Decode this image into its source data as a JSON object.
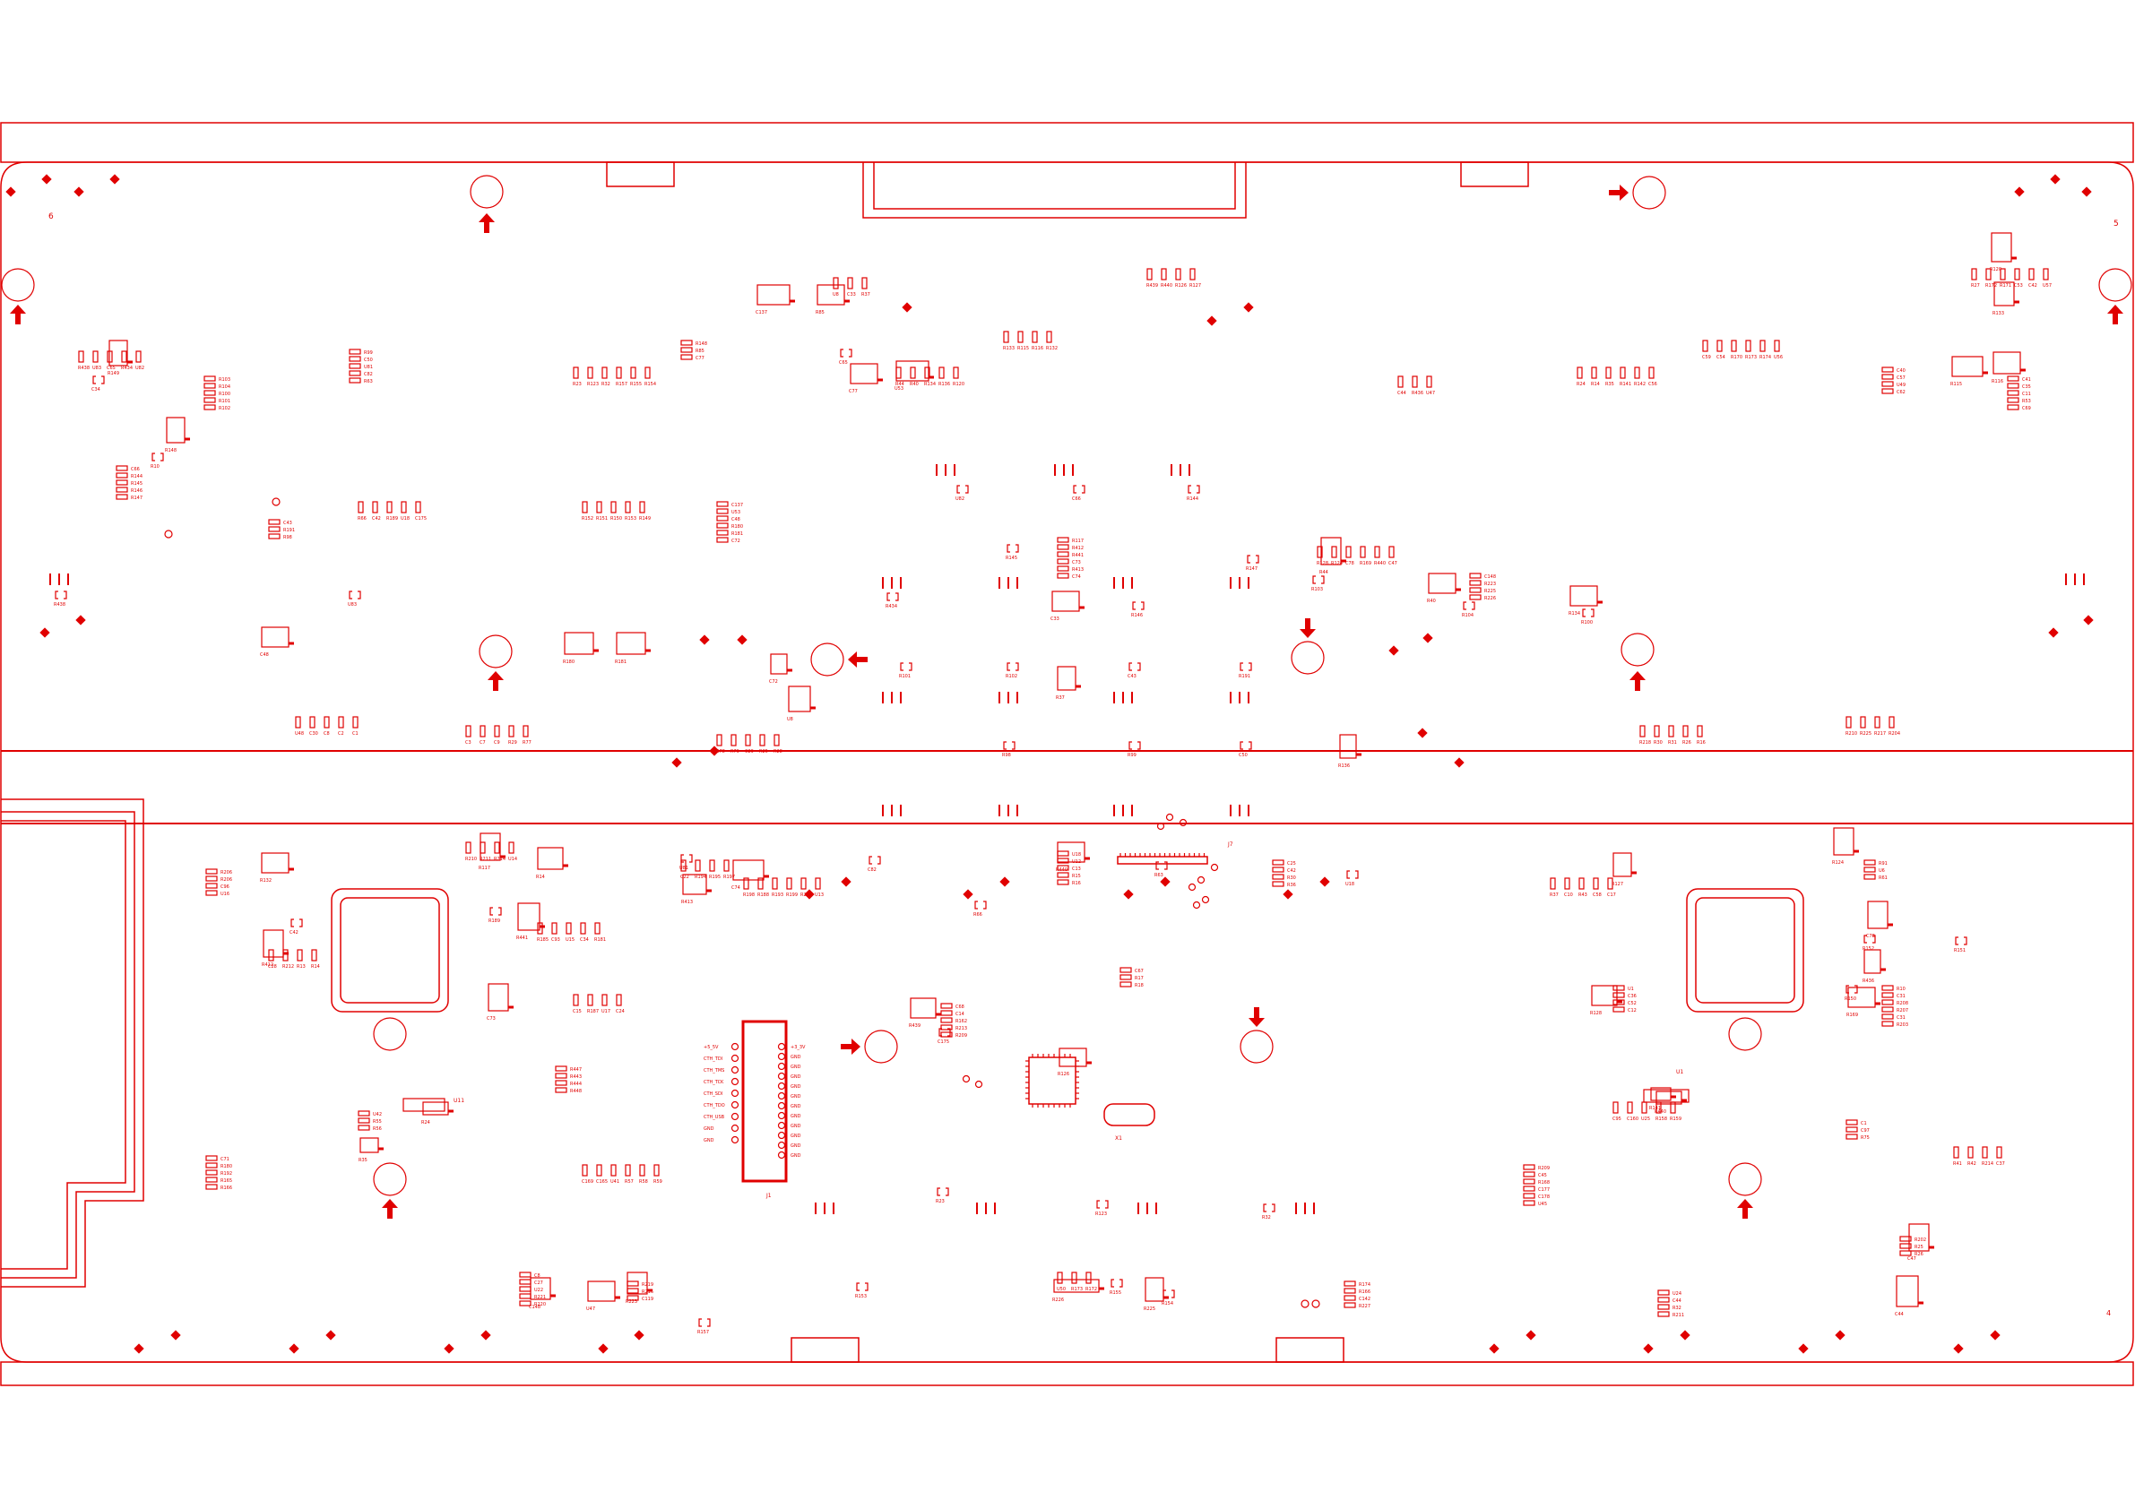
{
  "colors": {
    "ink": "#e00000",
    "background": "#ffffff"
  },
  "corner_labels": {
    "left": "6",
    "right": "5",
    "bottom_right": "4"
  },
  "connector": {
    "pins_left": [
      "+5_5V",
      "CTH_TDI",
      "CTH_TMS",
      "CTH_TCK",
      "CTH_SDI",
      "CTH_TDO",
      "CTH_USB",
      "GND",
      "GND"
    ],
    "pins_right": [
      "+3_3V",
      "GND",
      "GND",
      "GND",
      "GND",
      "GND",
      "GND",
      "GND",
      "GND",
      "GND",
      "GND",
      "GND"
    ],
    "label": "J1"
  },
  "ic_labels": {
    "left_chip": "U11",
    "right_chip": "U1",
    "crystal": "X1",
    "header": "J7"
  },
  "refdes": [
    "R438",
    "U83",
    "C65",
    "R434",
    "U82",
    "C66",
    "R144",
    "R145",
    "R146",
    "R147",
    "R103",
    "R104",
    "R100",
    "R101",
    "R102",
    "C43",
    "R191",
    "R98",
    "R99",
    "C50",
    "U81",
    "C82",
    "R63",
    "R66",
    "C42",
    "R189",
    "U18",
    "C175",
    "R23",
    "R123",
    "R32",
    "R157",
    "R155",
    "R154",
    "R152",
    "R151",
    "R150",
    "R153",
    "R149",
    "R148",
    "R85",
    "C77",
    "C137",
    "U53",
    "C48",
    "R180",
    "R181",
    "C72",
    "U8",
    "C33",
    "R37",
    "R44",
    "R40",
    "R134",
    "R136",
    "R120",
    "R133",
    "R115",
    "R116",
    "R132",
    "R117",
    "R412",
    "R441",
    "C73",
    "R413",
    "C74",
    "R439",
    "R440",
    "R126",
    "R127",
    "R128",
    "R124",
    "C78",
    "R169",
    "R440",
    "C47",
    "C44",
    "R436",
    "U47",
    "C148",
    "R223",
    "R225",
    "R226",
    "R24",
    "R14",
    "R35",
    "R141",
    "R142",
    "C56",
    "C59",
    "C54",
    "R170",
    "R173",
    "R174",
    "U56",
    "C40",
    "C57",
    "U49",
    "C62",
    "R27",
    "R172",
    "R171",
    "C53",
    "C42",
    "U57",
    "C41",
    "C35",
    "C11",
    "R53",
    "C69",
    "U48",
    "C30",
    "C8",
    "C2",
    "C1",
    "C3",
    "C7",
    "C9",
    "R29",
    "R77",
    "R78",
    "R79",
    "C29",
    "R25",
    "R28",
    "R218",
    "R30",
    "R31",
    "R26",
    "R16",
    "R210",
    "R225",
    "R217",
    "R204",
    "R206",
    "R206",
    "C96",
    "U16",
    "C28",
    "R212",
    "R13",
    "R14",
    "R210",
    "R211",
    "R214",
    "U14",
    "R185",
    "C93",
    "U15",
    "C34",
    "R181",
    "C15",
    "R187",
    "U17",
    "C24",
    "C22",
    "R194",
    "R195",
    "R197",
    "R198",
    "R188",
    "R193",
    "R199",
    "R200",
    "U13",
    "C68",
    "C14",
    "R162",
    "R213",
    "R209",
    "U18",
    "U12",
    "C13",
    "R15",
    "R16",
    "C67",
    "R17",
    "R18",
    "C25",
    "C42",
    "R30",
    "R36",
    "R37",
    "C10",
    "R43",
    "C58",
    "C17",
    "U1",
    "C36",
    "C52",
    "C12",
    "R91",
    "U6",
    "R61",
    "R10",
    "C31",
    "R208",
    "R207",
    "C31",
    "R203",
    "C1",
    "C97",
    "R75",
    "C95",
    "C160",
    "U25",
    "R158",
    "R159",
    "R209",
    "C45",
    "R168",
    "C177",
    "C178",
    "U45",
    "R447",
    "R443",
    "R444",
    "R448",
    "C169",
    "C165",
    "U41",
    "R57",
    "R58",
    "R59",
    "U42",
    "R55",
    "R56",
    "C71",
    "R180",
    "R192",
    "R165",
    "R166",
    "C8",
    "C27",
    "U22",
    "R221",
    "R220",
    "R219",
    "R216",
    "C119",
    "U50",
    "R173",
    "R172",
    "R174",
    "R166",
    "C142",
    "R227",
    "U24",
    "C44",
    "R32",
    "R211",
    "R202",
    "R25",
    "R26",
    "R41",
    "R42",
    "R214",
    "C37",
    "C34",
    "R10"
  ]
}
